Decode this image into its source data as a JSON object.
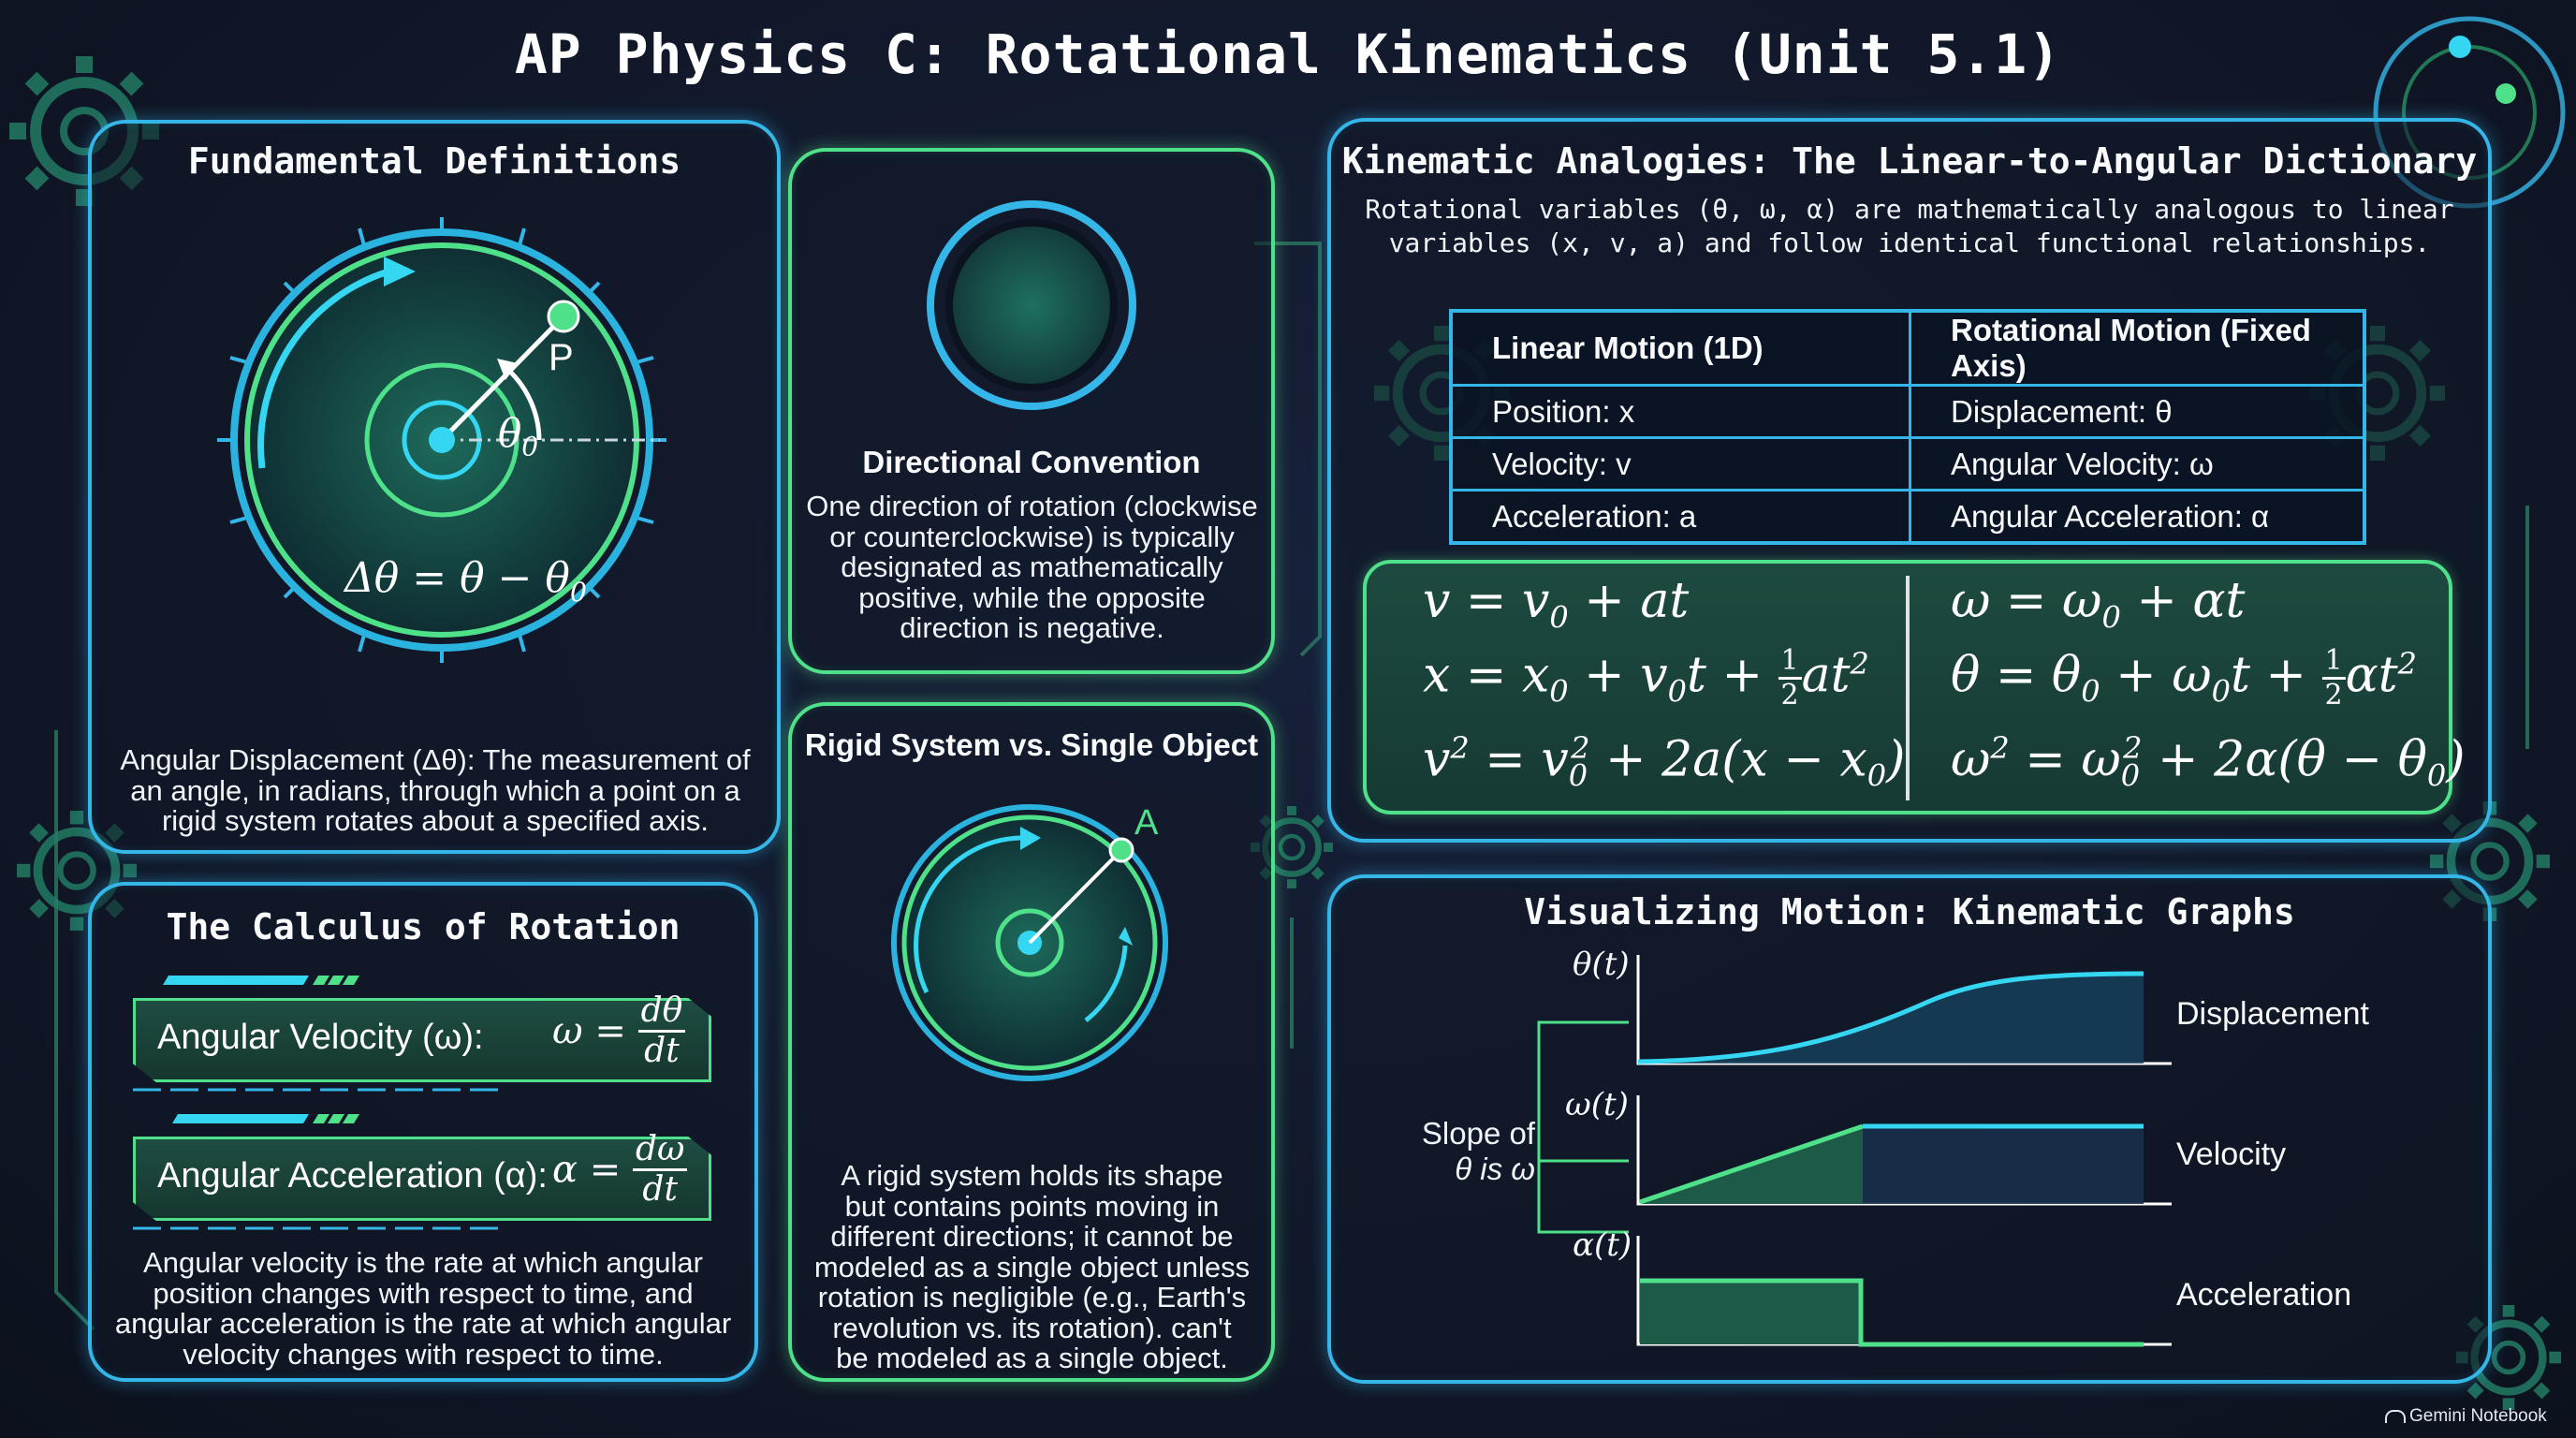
{
  "title": "AP Physics C: Rotational Kinematics (Unit 5.1)",
  "fundamental": {
    "title": "Fundamental Definitions",
    "point_label": "P",
    "angle_label": "θ",
    "angle_sub": "0",
    "equation": "Δθ = θ − θ",
    "equation_sub": "0",
    "description_lines": [
      "Angular Displacement (Δθ): The measurement of",
      "an angle, in radians, through which a point on a",
      "rigid system rotates about a specified axis."
    ]
  },
  "directional": {
    "title": "Directional Convention",
    "lines": [
      "One direction of rotation (clockwise",
      "or counterclockwise) is typically",
      "designated as mathematically",
      "positive, while the opposite",
      "direction is negative."
    ]
  },
  "rigid": {
    "title": "Rigid System vs. Single Object",
    "point_label": "A",
    "lines": [
      "A rigid system holds its shape",
      "but contains points moving in",
      "different directions; it cannot be",
      "modeled as a single object unless",
      "rotation is negligible (e.g., Earth's",
      "revolution vs. its rotation). can't",
      "be modeled as a single object."
    ]
  },
  "calculus": {
    "title": "The Calculus of Rotation",
    "velocity_label": "Angular Velocity (ω):",
    "velocity_lhs": "ω =",
    "velocity_num": "dθ",
    "velocity_den": "dt",
    "accel_label": "Angular Acceleration (α):",
    "accel_lhs": "α =",
    "accel_num": "dω",
    "accel_den": "dt",
    "lines": [
      "Angular velocity is the rate at which angular",
      "position changes with respect to time, and",
      "angular acceleration is the rate at which angular",
      "velocity changes with respect to time."
    ]
  },
  "analogies": {
    "title": "Kinematic Analogies: The Linear-to-Angular Dictionary",
    "subtitle_lines": [
      "Rotational variables (θ, ω, α) are mathematically analogous to linear",
      "variables (x, v, a) and follow identical functional relationships."
    ],
    "table": {
      "headers": [
        "Linear Motion (1D)",
        "Rotational Motion (Fixed Axis)"
      ],
      "rows": [
        [
          "Position: x",
          "Displacement: θ"
        ],
        [
          "Velocity: v",
          "Angular Velocity: ω"
        ],
        [
          "Acceleration: a",
          "Angular Acceleration: α"
        ]
      ]
    }
  },
  "graphs": {
    "title": "Visualizing Motion: Kinematic Graphs",
    "axis_labels": [
      "θ(t)",
      "ω(t)",
      "α(t)"
    ],
    "right_labels": [
      "Displacement",
      "Velocity",
      "Acceleration"
    ],
    "slope_lines": [
      "Slope of",
      "θ is ω"
    ]
  },
  "watermark": "Gemini Notebook",
  "colors": {
    "accent_blue": "#35b6e8",
    "accent_green": "#4fe08a",
    "background": "#111827"
  }
}
